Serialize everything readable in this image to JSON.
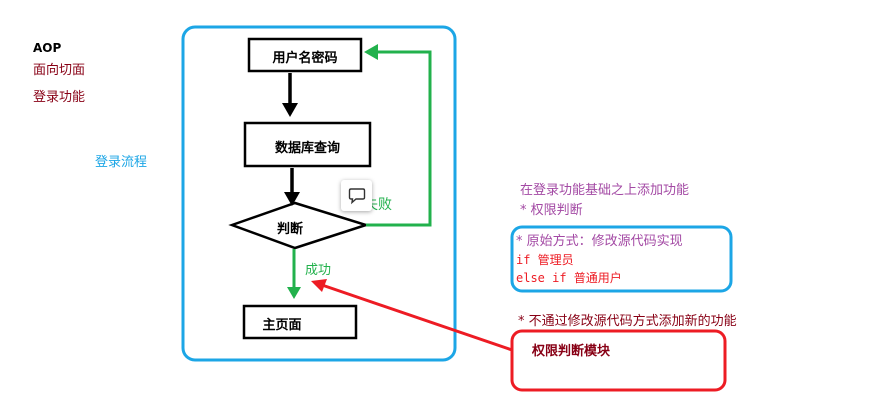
{
  "notes": {
    "aop": "AOP",
    "aspect": "面向切面",
    "login_feature": "登录功能",
    "login_flow": "登录流程",
    "add_feature": "在登录功能基础之上添加功能",
    "permission_check": "* 权限判断",
    "orig_method": "* 原始方式：修改源代码实现",
    "if_admin": "if 管理员",
    "else_if_user": "else if 普通用户",
    "no_modify": "* 不通过修改源代码方式添加新的功能",
    "permission_module": "权限判断模块"
  },
  "flow": {
    "username_pwd": "用户名密码",
    "db_query": "数据库查询",
    "judge": "判断",
    "fail": "失败",
    "success": "成功",
    "home": "主页面"
  },
  "icons": {
    "comment": "comment-icon"
  },
  "colors": {
    "blue_frame": "#1ca6e6",
    "green_arrow": "#22b14c",
    "red_frame": "#ed1c24",
    "dark_red_text": "#880015",
    "purple_text": "#a349a4",
    "blue_text": "#1ca6e6"
  }
}
